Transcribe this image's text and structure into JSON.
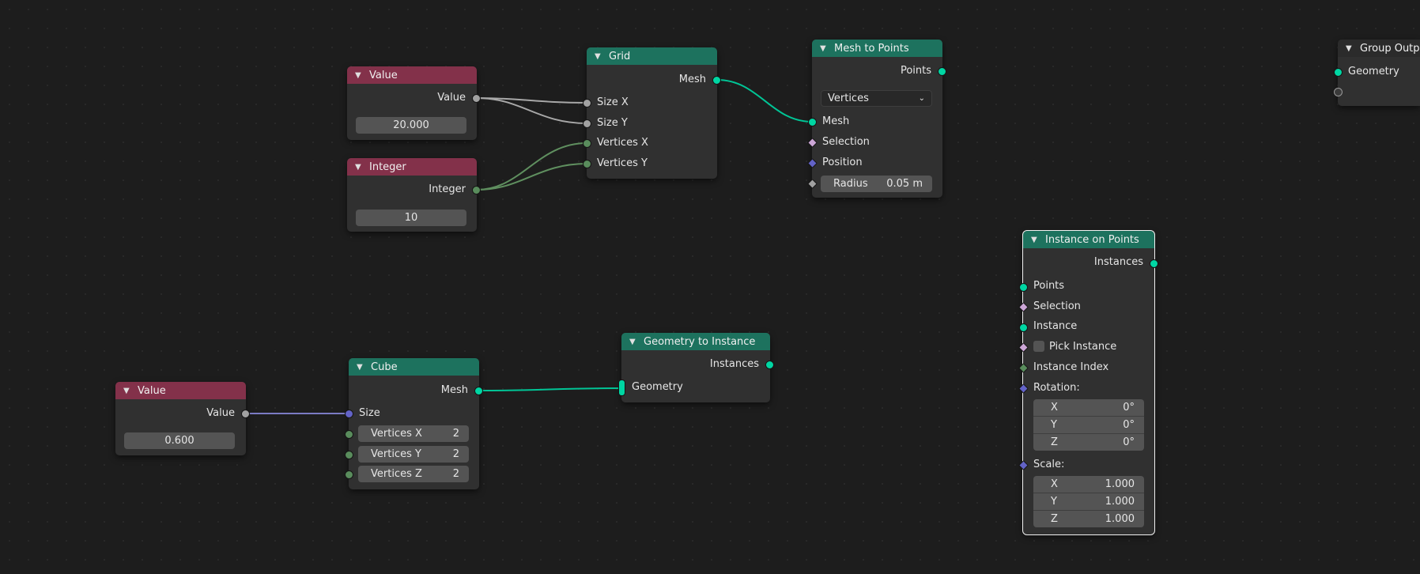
{
  "nodes": {
    "value_top": {
      "title": "Value",
      "output": "Value",
      "value": "20.000"
    },
    "integer": {
      "title": "Integer",
      "output": "Integer",
      "value": "10"
    },
    "grid": {
      "title": "Grid",
      "output": "Mesh",
      "inputs": [
        "Size X",
        "Size Y",
        "Vertices X",
        "Vertices Y"
      ]
    },
    "mesh_to_points": {
      "title": "Mesh to Points",
      "output": "Points",
      "mode": "Vertices",
      "inputs": [
        "Mesh",
        "Selection",
        "Position"
      ],
      "radius_label": "Radius",
      "radius_value": "0.05 m"
    },
    "group_output": {
      "title": "Group Outp",
      "input": "Geometry"
    },
    "value_bottom": {
      "title": "Value",
      "output": "Value",
      "value": "0.600"
    },
    "cube": {
      "title": "Cube",
      "output": "Mesh",
      "size_label": "Size",
      "fields": [
        {
          "label": "Vertices X",
          "value": "2"
        },
        {
          "label": "Vertices Y",
          "value": "2"
        },
        {
          "label": "Vertices Z",
          "value": "2"
        }
      ]
    },
    "geometry_to_instance": {
      "title": "Geometry to Instance",
      "output": "Instances",
      "input": "Geometry"
    },
    "instance_on_points": {
      "title": "Instance on Points",
      "output": "Instances",
      "inputs": [
        "Points",
        "Selection",
        "Instance",
        "Pick Instance",
        "Instance Index",
        "Rotation:",
        "Scale:"
      ],
      "rotation": [
        {
          "axis": "X",
          "value": "0°"
        },
        {
          "axis": "Y",
          "value": "0°"
        },
        {
          "axis": "Z",
          "value": "0°"
        }
      ],
      "scale": [
        {
          "axis": "X",
          "value": "1.000"
        },
        {
          "axis": "Y",
          "value": "1.000"
        },
        {
          "axis": "Z",
          "value": "1.000"
        }
      ]
    }
  },
  "colors": {
    "canvas": "#1d1d1d",
    "node_body": "#303030",
    "input_header": "#83314a",
    "geometry_header": "#1d725e",
    "socket_geometry": "#00d6a3",
    "socket_float": "#a1a1a1",
    "socket_integer": "#598c5c",
    "socket_vector": "#6363c7",
    "socket_boolean": "#cca6d6"
  },
  "icons": {
    "collapse": "chevron-down-icon",
    "dropdown": "chevron-down-icon"
  }
}
